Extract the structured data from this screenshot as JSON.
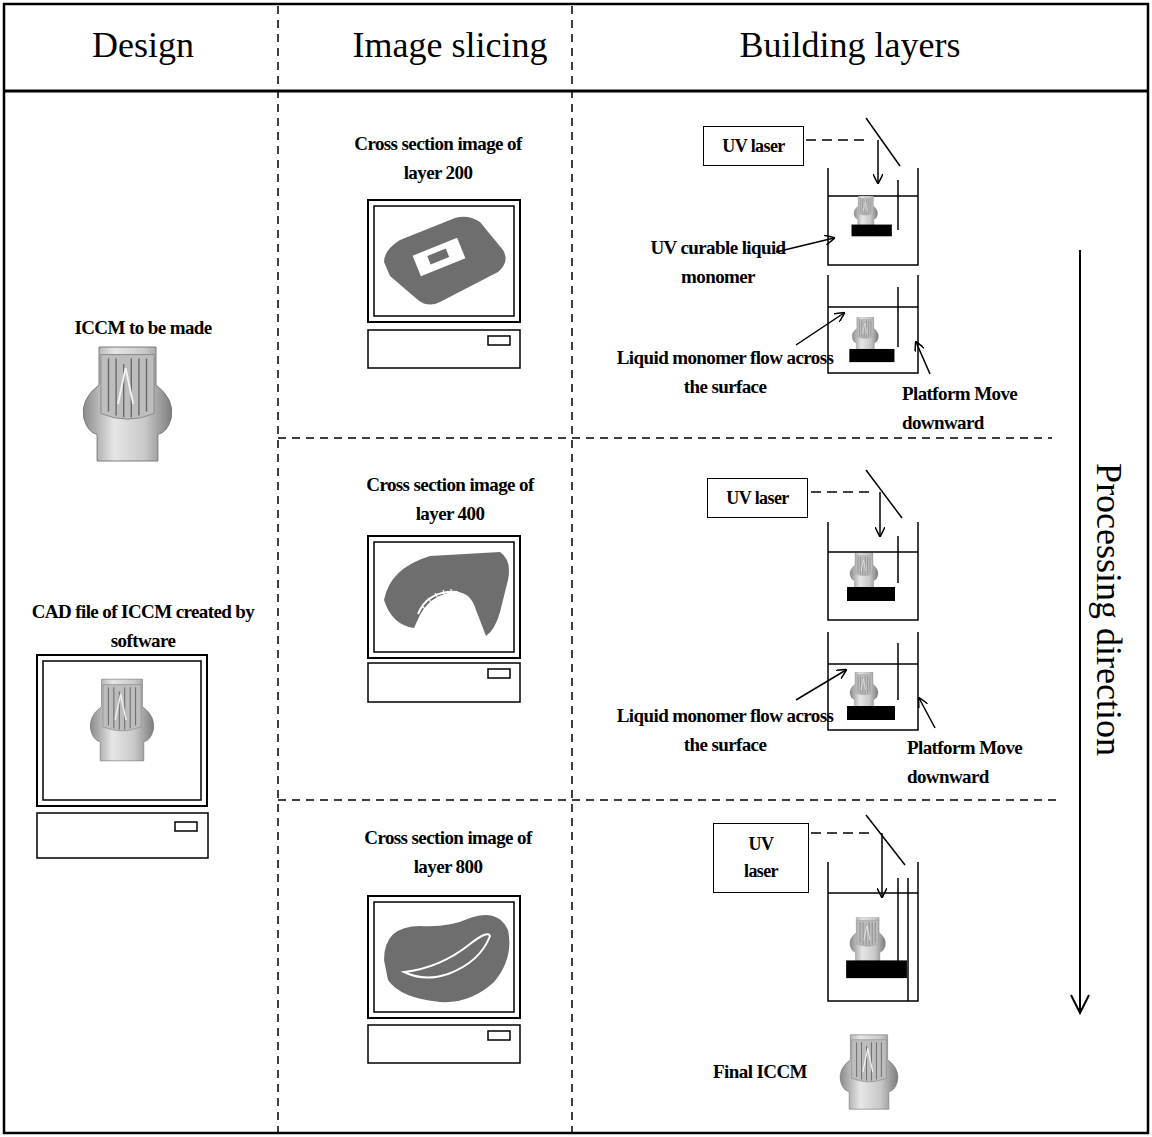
{
  "diagram": {
    "nodes": [
      {
        "text": [
          "UV laser"
        ]
      },
      {
        "text": [
          "UV laser"
        ]
      },
      {
        "text": [
          "UV laser"
        ]
      }
    ],
    "labels": [
      "Design",
      "Image slicing",
      "Building layers",
      "ICCM to be made",
      "CAD file of ICCM created by software",
      "Cross section image of layer 200",
      "UV curable liquid monomer",
      "Liquid monomer flow across the surface",
      "Platform Move downward",
      "Processing direction",
      "Cross section image of layer 400",
      "Liquid monomer flow across the surface",
      "Platform Move downward",
      "Cross section image of layer 800",
      "Final ICCM"
    ]
  }
}
